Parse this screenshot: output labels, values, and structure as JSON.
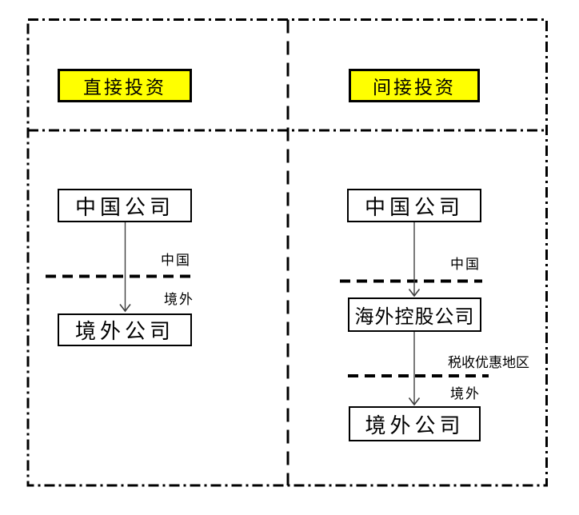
{
  "colors": {
    "highlight": "#FFFF00",
    "line": "#000000",
    "arrow": "#404040"
  },
  "left_panel": {
    "title": "直接投资",
    "company_top": "中国公司",
    "company_bottom": "境外公司",
    "label_above_border": "中国",
    "label_below_border": "境外"
  },
  "right_panel": {
    "title": "间接投资",
    "company_top": "中国公司",
    "company_middle": "海外控股公司",
    "company_bottom": "境外公司",
    "label_above_border": "中国",
    "label_tax_region": "税收优惠地区",
    "label_below_border": "境外"
  }
}
